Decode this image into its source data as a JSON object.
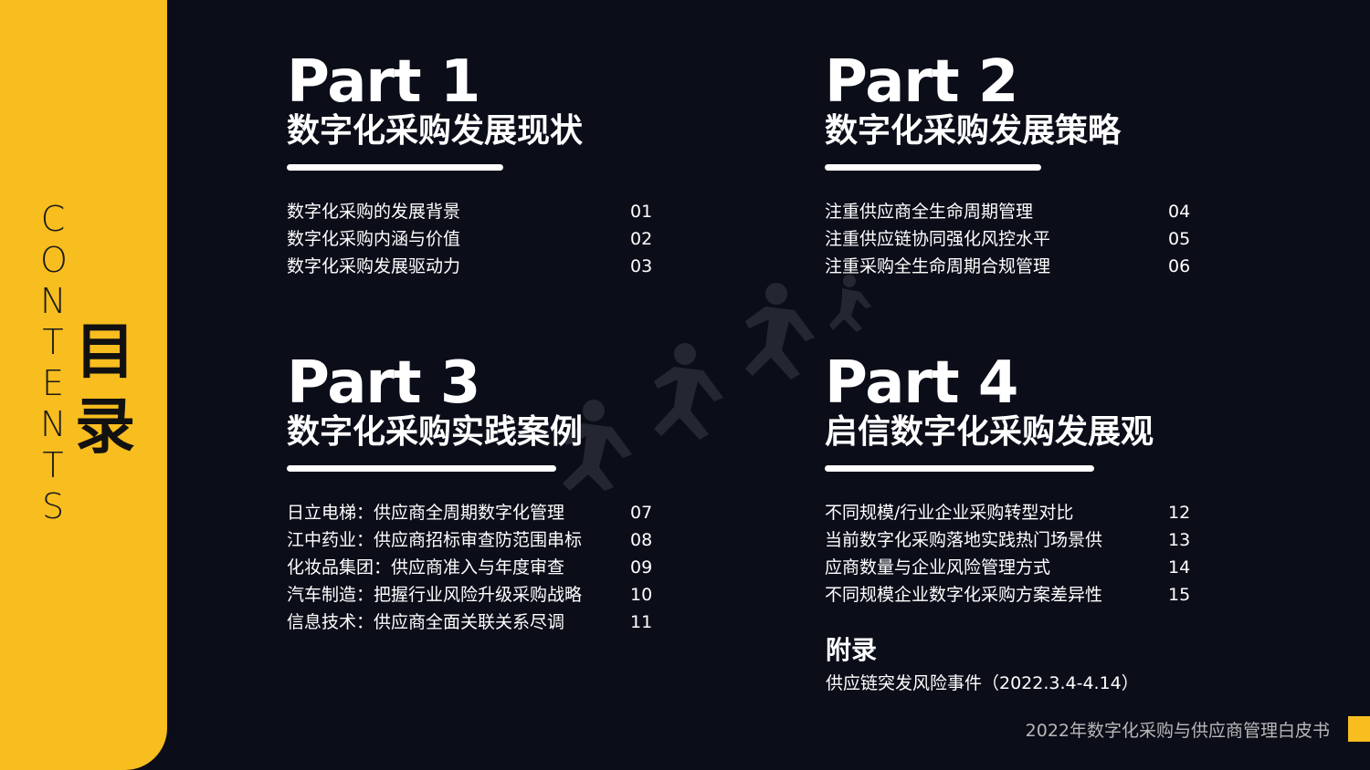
{
  "sidebar": {
    "contents_letters": [
      "C",
      "O",
      "N",
      "T",
      "E",
      "N",
      "T",
      "S"
    ],
    "mulu": [
      "目",
      "录"
    ]
  },
  "parts": [
    {
      "title": "Part 1",
      "subtitle": "数字化采购发展现状",
      "items": [
        {
          "label": "数字化采购的发展背景",
          "num": "01"
        },
        {
          "label": "数字化采购内涵与价值",
          "num": "02"
        },
        {
          "label": "数字化采购发展驱动力",
          "num": "03"
        }
      ]
    },
    {
      "title": "Part 2",
      "subtitle": "数字化采购发展策略",
      "items": [
        {
          "label": "注重供应商全生命周期管理",
          "num": "04"
        },
        {
          "label": "注重供应链协同强化风控水平",
          "num": "05"
        },
        {
          "label": "注重采购全生命周期合规管理",
          "num": "06"
        }
      ]
    },
    {
      "title": "Part 3",
      "subtitle": "数字化采购实践案例",
      "items": [
        {
          "label": "日立电梯：供应商全周期数字化管理",
          "num": "07"
        },
        {
          "label": "江中药业：供应商招标审查防范围串标",
          "num": "08"
        },
        {
          "label": "化妆品集团：供应商准入与年度审查",
          "num": "09"
        },
        {
          "label": "汽车制造：把握行业风险升级采购战略",
          "num": "10"
        },
        {
          "label": "信息技术：供应商全面关联关系尽调",
          "num": "11"
        }
      ]
    },
    {
      "title": "Part 4",
      "subtitle": "启信数字化采购发展观",
      "items": [
        {
          "label": "不同规模/行业企业采购转型对比",
          "num": "12"
        },
        {
          "label": "当前数字化采购落地实践热门场景供",
          "num": "13"
        },
        {
          "label": "应商数量与企业风险管理方式",
          "num": "14"
        },
        {
          "label": "不同规模企业数字化采购方案差异性",
          "num": "15"
        }
      ]
    }
  ],
  "appendix": {
    "title": "附录",
    "item": "供应链突发风险事件（2022.3.4-4.14）"
  },
  "footer": {
    "text": "2022年数字化采购与供应商管理白皮书"
  },
  "colors": {
    "background": "#0b0d19",
    "accent": "#f8bd1f",
    "text": "#ffffff",
    "footer_text": "#b8b8b8"
  },
  "icons": [
    "running-figures-watermark"
  ]
}
